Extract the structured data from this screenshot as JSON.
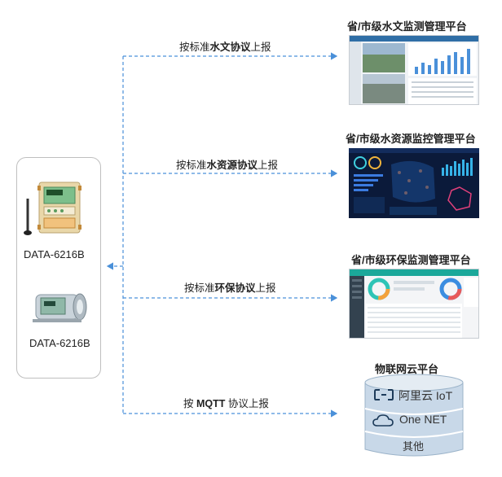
{
  "devices": [
    {
      "label": "DATA-6216B"
    },
    {
      "label": "DATA-6216B"
    }
  ],
  "reports": [
    {
      "prefix": "按标准",
      "bold": "水文协议",
      "suffix": "上报"
    },
    {
      "prefix": "按标准",
      "bold": "水资源协议",
      "suffix": "上报"
    },
    {
      "prefix": "按标准",
      "bold": "环保协议",
      "suffix": "上报"
    },
    {
      "prefix": "按 ",
      "bold": "MQTT",
      "suffix": " 协议上报"
    }
  ],
  "platforms": {
    "hydrology": "省/市级水文监测管理平台",
    "water_resources": "省/市级水资源监控管理平台",
    "environment": "省/市级环保监测管理平台",
    "iot_cloud": "物联网云平台"
  },
  "cloud_layers": [
    {
      "label": "阿里云 IoT",
      "icon": "aliyun-icon"
    },
    {
      "label": "One NET",
      "icon": "cloud-icon"
    },
    {
      "label": "其他"
    }
  ],
  "colors": {
    "arrow": "#4a90d9",
    "cloud_top": "#dfe7ef",
    "cloud_body": "#c8d8e8",
    "panel_border": "#bfbfbf"
  }
}
